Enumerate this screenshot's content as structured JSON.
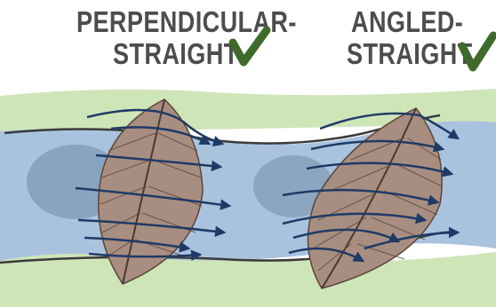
{
  "diagram": {
    "left_title": {
      "line1": "PERPENDICULAR-",
      "line2": "STRAIGHT",
      "status": "approved"
    },
    "right_title": {
      "line1": "ANGLED-",
      "line2": "STRAIGHT",
      "status": "approved"
    }
  },
  "colors": {
    "water": "#a9c3df",
    "grass": "#c9e2b0",
    "bank_line": "#3a3a3a",
    "flow_arrow": "#1f3a66",
    "leaf_fill": "#a88e80",
    "leaf_vein": "#5a4538",
    "check": "#3e6b2c",
    "title_text": "#4d4d4d"
  },
  "icons": {
    "check": "check-icon",
    "flow": "flow-arrow-icon",
    "leaf": "leaf-icon"
  }
}
